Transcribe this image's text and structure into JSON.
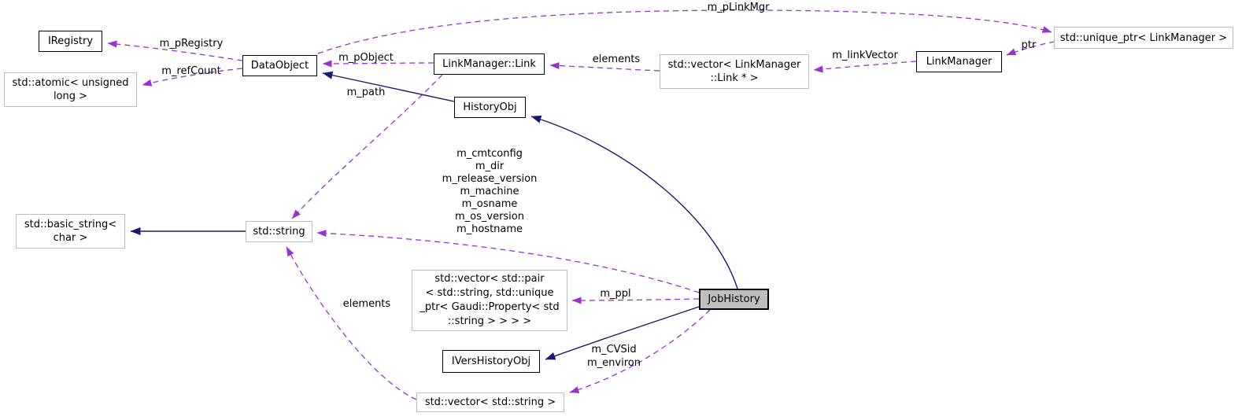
{
  "diagram": {
    "type": "uml-collaboration-graph",
    "colors": {
      "usage_edge": "#9A32CD",
      "inheritance_edge": "#191970",
      "documented_border": "#000000",
      "external_border": "#bdbdbd",
      "node_fill": "#ffffff",
      "highlight_fill": "#bfbfbf"
    },
    "nodes": {
      "iregistry": {
        "label": "IRegistry"
      },
      "atomic": {
        "label": "std::atomic< unsigned\nlong >"
      },
      "dataobject": {
        "label": "DataObject"
      },
      "link": {
        "label": "LinkManager::Link"
      },
      "historyobj": {
        "label": "HistoryObj"
      },
      "linkvector": {
        "label": "std::vector< LinkManager\n::Link * >"
      },
      "linkmanager": {
        "label": "LinkManager"
      },
      "uniqueptr": {
        "label": "std::unique_ptr< LinkManager >"
      },
      "basicstring": {
        "label": "std::basic_string<\nchar >"
      },
      "stdstring": {
        "label": "std::string"
      },
      "pairvector": {
        "label": "std::vector< std::pair\n< std::string, std::unique\n_ptr< Gaudi::Property< std\n::string > > > >"
      },
      "ivershistoryobj": {
        "label": "IVersHistoryObj"
      },
      "jobhistory": {
        "label": "JobHistory"
      },
      "stringvector": {
        "label": "std::vector< std::string >"
      }
    },
    "edge_labels": {
      "m_pLinkMgr": "m_pLinkMgr",
      "m_pRegistry": "m_pRegistry",
      "m_refCount": "m_refCount",
      "m_pObject": "m_pObject",
      "elements_links": "elements",
      "m_linkVector": "m_linkVector",
      "ptr": "ptr",
      "m_path": "m_path",
      "string_members": "m_cmtconfig\nm_dir\nm_release_version\nm_machine\nm_osname\nm_os_version\nm_hostname",
      "elements_strings": "elements",
      "m_ppl": "m_ppl",
      "vector_members": "m_CVSid\nm_environ"
    }
  }
}
